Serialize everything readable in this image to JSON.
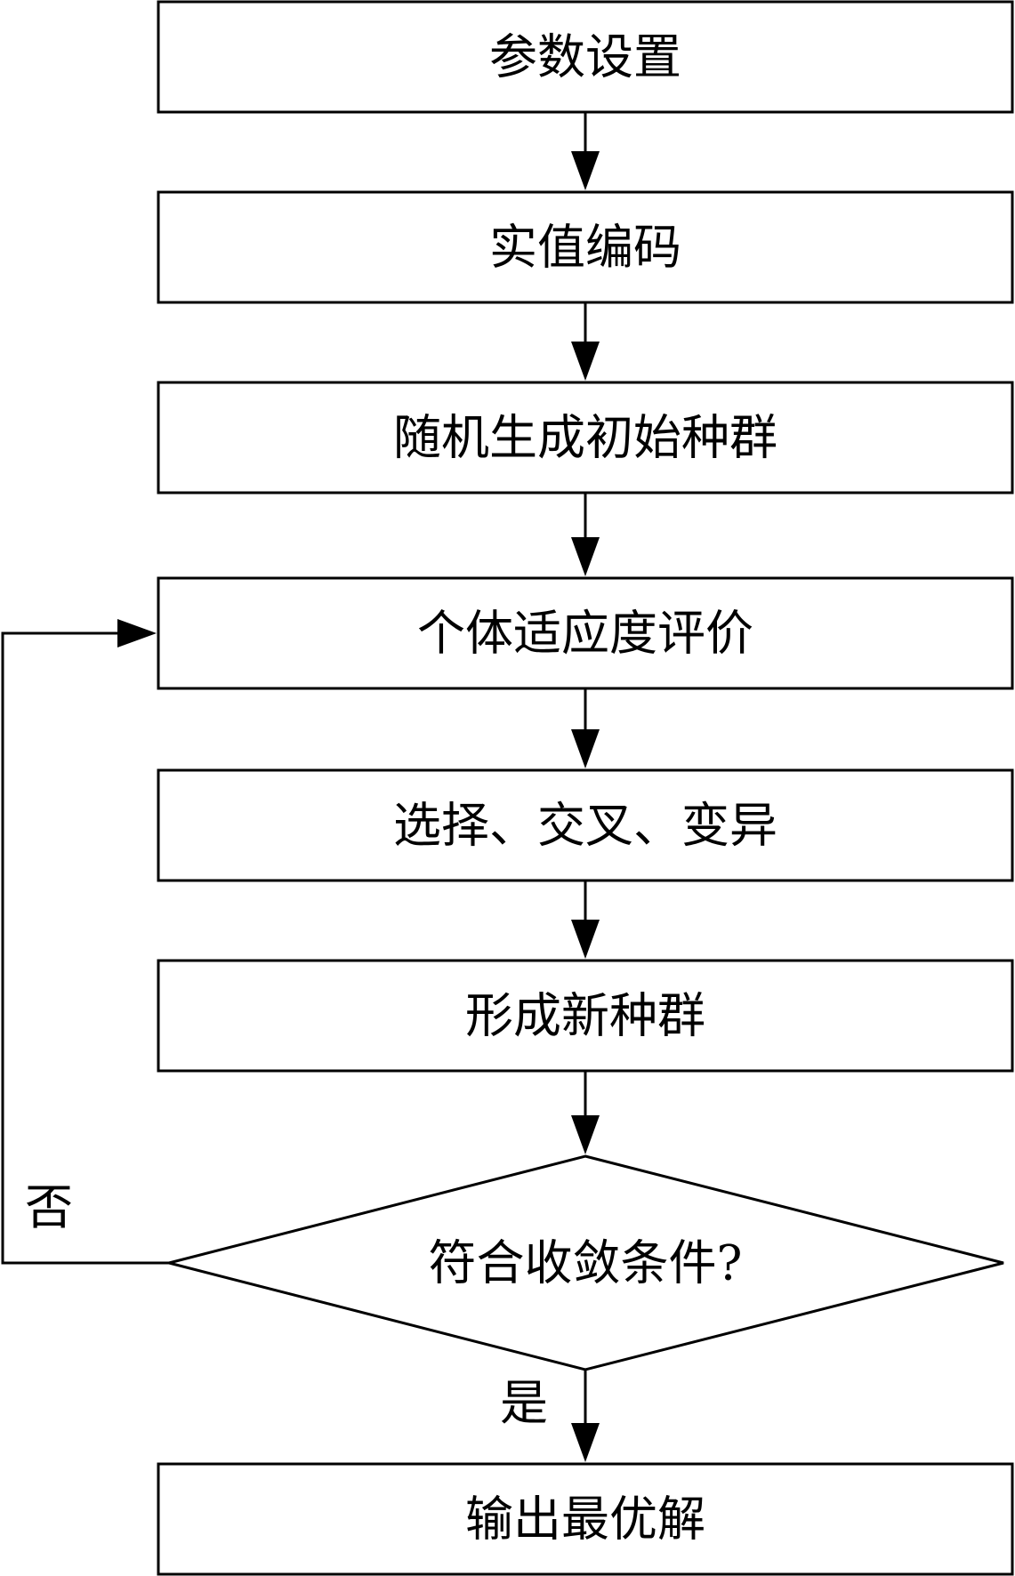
{
  "flowchart": {
    "steps": [
      "参数设置",
      "实值编码",
      "随机生成初始种群",
      "个体适应度评价",
      "选择、交叉、变异",
      "形成新种群"
    ],
    "decision": "符合收敛条件?",
    "final_step": "输出最优解",
    "no_label": "否",
    "yes_label": "是"
  }
}
